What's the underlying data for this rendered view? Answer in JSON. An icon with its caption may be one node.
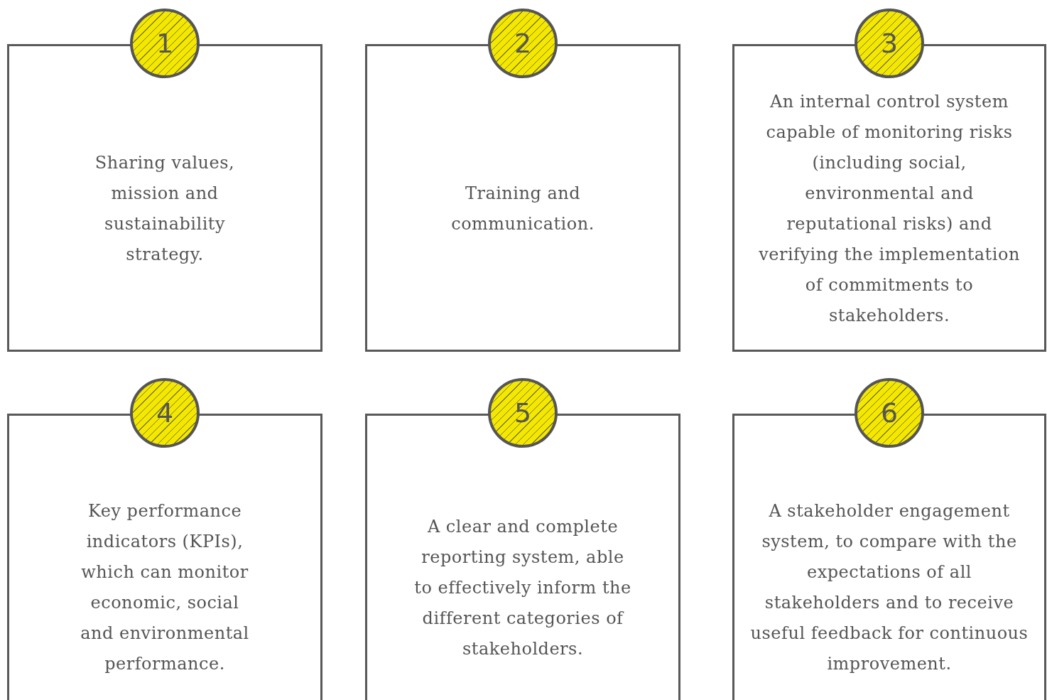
{
  "diagram": {
    "nodes": [
      {
        "text": [
          "1"
        ]
      },
      {
        "text": [
          "Sharing values, mission and sustainability strategy."
        ]
      },
      {
        "text": [
          "2"
        ]
      },
      {
        "text": [
          "Training and communication."
        ]
      },
      {
        "text": [
          "3"
        ]
      },
      {
        "text": [
          "An internal control system capable of monitoring risks (including social, environmental and reputational risks) and verifying the implementation of commitments to stakeholders."
        ]
      },
      {
        "text": [
          "4"
        ]
      },
      {
        "text": [
          "Key performance indicators (KPIs), which can monitor economic, social and environmental performance."
        ]
      },
      {
        "text": [
          "5"
        ]
      },
      {
        "text": [
          "A clear and complete reporting system, able to effectively inform the different categories of stakeholders."
        ]
      },
      {
        "text": [
          "6"
        ]
      },
      {
        "text": [
          "A stakeholder engagement system, to compare with the expectations of all stakeholders and to receive useful feedback for continuous improvement."
        ]
      }
    ]
  }
}
